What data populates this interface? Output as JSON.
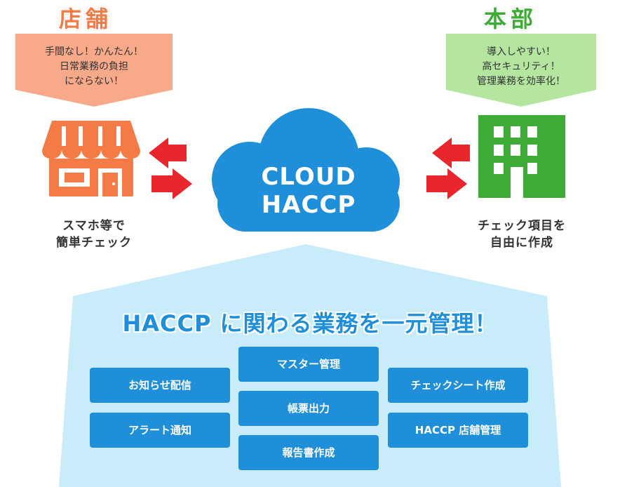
{
  "store": {
    "heading": "店舗",
    "bubble_lines": [
      "手間なし！かんたん！",
      "日常業務の負担",
      "にならない！"
    ],
    "caption_lines": [
      "スマホ等で",
      "簡単チェック"
    ],
    "bubble_color": "#f7a98a",
    "icon_color": "#f47b45"
  },
  "hq": {
    "heading": "本部",
    "bubble_lines": [
      "導入しやすい！",
      "高セキュリティ！",
      "管理業務を効率化！"
    ],
    "caption_lines": [
      "チェック項目を",
      "自由に作成"
    ],
    "bubble_color": "#b4e6a0",
    "icon_color": "#3fab37"
  },
  "cloud": {
    "lines": [
      "CLOUD",
      "HACCP"
    ],
    "color": "#1e8fd8"
  },
  "arrow_color": "#e8262c",
  "management": {
    "title": "HACCP に関わる業務を一元管理！",
    "panel_color": "#c9ecfb",
    "tasks": {
      "left": [
        "お知らせ配信",
        "アラート通知"
      ],
      "center": [
        "マスター管理",
        "帳票出力",
        "報告書作成"
      ],
      "right": [
        "チェックシート作成",
        "HACCP 店舗管理"
      ]
    }
  }
}
